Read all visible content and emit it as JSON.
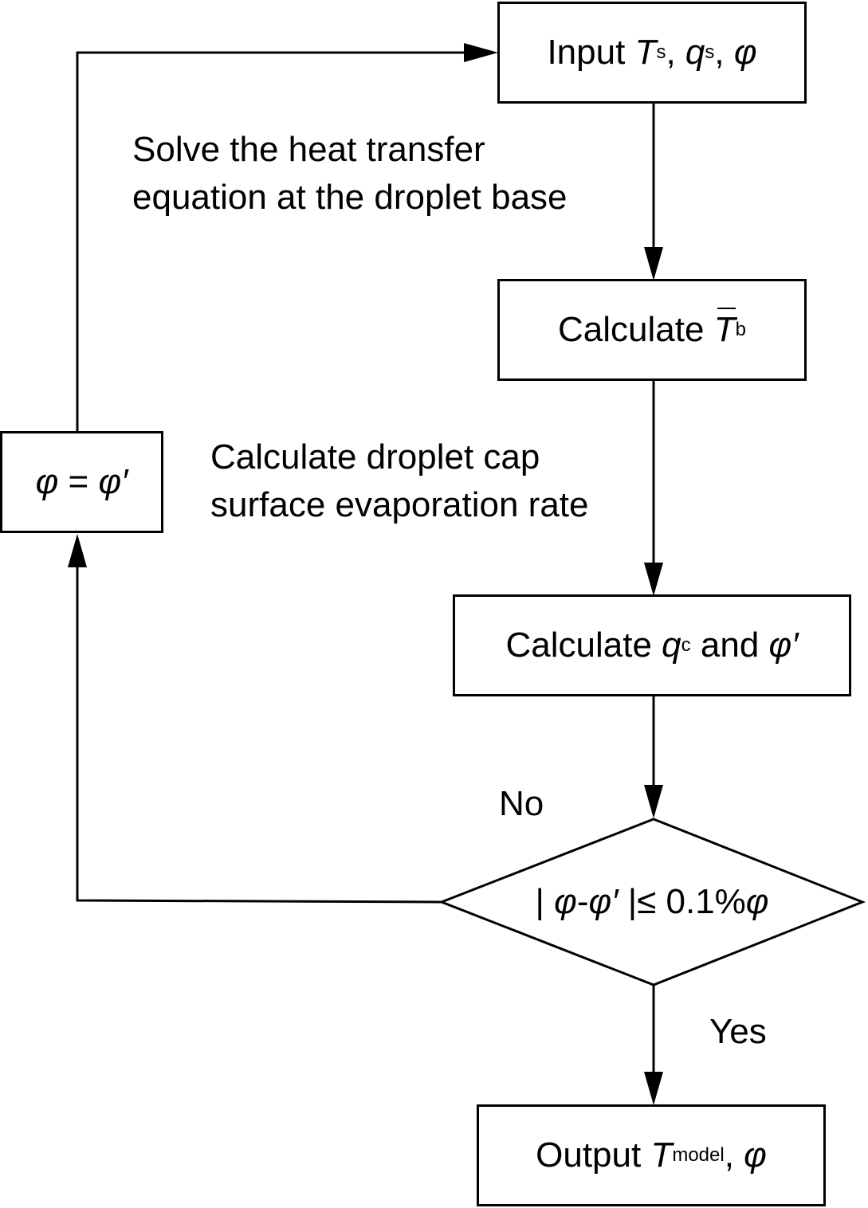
{
  "nodes": {
    "input": {
      "prefix": "Input ",
      "var1": "T",
      "sub1": "s",
      "sep1": ", ",
      "var2": "q",
      "sub2": "s",
      "sep2": ", ",
      "var3": "φ"
    },
    "calc_tb": {
      "prefix": "Calculate ",
      "var": "T",
      "sub": "b"
    },
    "calc_qc": {
      "prefix": "Calculate ",
      "var1": "q",
      "sub1": "c",
      "mid": " and ",
      "var2": "φ′"
    },
    "decision": {
      "bar_left": "| ",
      "var1": "φ",
      "dash": "-",
      "var2": "φ′",
      "rest": " |≤ 0.1%",
      "var3": "φ"
    },
    "output": {
      "prefix": "Output ",
      "var": "T",
      "sub": "model",
      "sep": ", ",
      "var2": "φ"
    },
    "update": {
      "lhs": "φ",
      "op": " = ",
      "rhs": "φ′"
    }
  },
  "notes": {
    "heat_transfer": [
      "Solve the heat transfer",
      "equation at the droplet base"
    ],
    "evaporation": [
      "Calculate droplet cap",
      "surface evaporation rate"
    ]
  },
  "branch_labels": {
    "no": "No",
    "yes": "Yes"
  }
}
